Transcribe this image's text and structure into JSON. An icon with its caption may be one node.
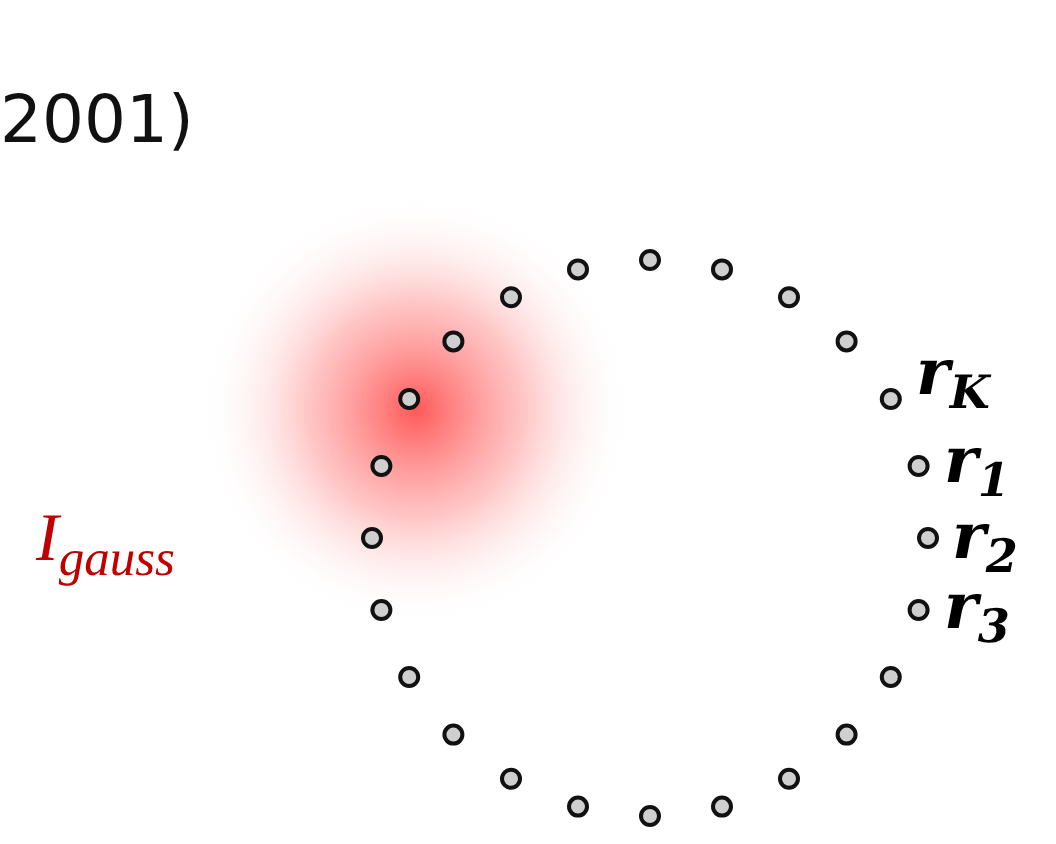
{
  "diagram": {
    "labels": [
      "2001)",
      "r$_{K}$",
      "r$_{1}$",
      "r$_{2}$",
      "I$_{gauss}$",
      "r$_{3}$"
    ]
  }
}
